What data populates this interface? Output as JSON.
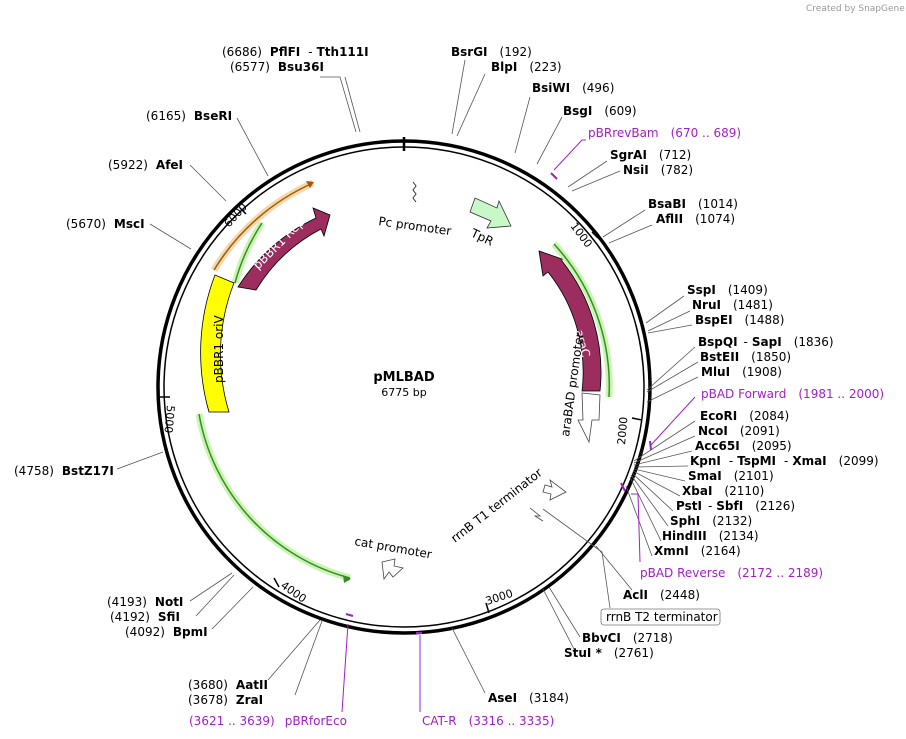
{
  "brand": "Created by SnapGene",
  "map": {
    "name": "pMLBAD",
    "length": "6775 bp"
  },
  "ticks": [
    "1000",
    "2000",
    "3000",
    "4000",
    "5000",
    "6000"
  ],
  "enzymes": [
    {
      "pos": "(6686)",
      "name": "PflFI",
      "name2": "Tth111I"
    },
    {
      "pos": "(6577)",
      "name": "Bsu36I"
    },
    {
      "pos": "(192)",
      "name": "BsrGI"
    },
    {
      "pos": "(223)",
      "name": "BlpI"
    },
    {
      "pos": "(496)",
      "name": "BsiWI"
    },
    {
      "pos": "(609)",
      "name": "BsgI"
    },
    {
      "pos": "(712)",
      "name": "SgrAI"
    },
    {
      "pos": "(782)",
      "name": "NsiI"
    },
    {
      "pos": "(1014)",
      "name": "BsaBI"
    },
    {
      "pos": "(1074)",
      "name": "AflII"
    },
    {
      "pos": "(1409)",
      "name": "SspI"
    },
    {
      "pos": "(1481)",
      "name": "NruI"
    },
    {
      "pos": "(1488)",
      "name": "BspEI"
    },
    {
      "pos": "(1836)",
      "name": "BspQI",
      "name2": "SapI"
    },
    {
      "pos": "(1850)",
      "name": "BstEII"
    },
    {
      "pos": "(1908)",
      "name": "MluI"
    },
    {
      "pos": "(2084)",
      "name": "EcoRI"
    },
    {
      "pos": "(2091)",
      "name": "NcoI"
    },
    {
      "pos": "(2095)",
      "name": "Acc65I"
    },
    {
      "pos": "(2099)",
      "name": "KpnI",
      "name2": "TspMI",
      "name3": "XmaI"
    },
    {
      "pos": "(2101)",
      "name": "SmaI"
    },
    {
      "pos": "(2110)",
      "name": "XbaI"
    },
    {
      "pos": "(2126)",
      "name": "PstI",
      "name2": "SbfI"
    },
    {
      "pos": "(2132)",
      "name": "SphI"
    },
    {
      "pos": "(2134)",
      "name": "HindIII"
    },
    {
      "pos": "(2164)",
      "name": "XmnI"
    },
    {
      "pos": "(2448)",
      "name": "AclI"
    },
    {
      "pos": "(2718)",
      "name": "BbvCI"
    },
    {
      "pos": "(2761)",
      "name": "StuI *"
    },
    {
      "pos": "(3184)",
      "name": "AseI"
    },
    {
      "pos": "(3680)",
      "name": "AatII"
    },
    {
      "pos": "(3678)",
      "name": "ZraI"
    },
    {
      "pos": "(4193)",
      "name": "NotI"
    },
    {
      "pos": "(4192)",
      "name": "SfiI"
    },
    {
      "pos": "(4092)",
      "name": "BpmI"
    },
    {
      "pos": "(4758)",
      "name": "BstZ17I"
    },
    {
      "pos": "(5670)",
      "name": "MscI"
    },
    {
      "pos": "(5922)",
      "name": "AfeI"
    },
    {
      "pos": "(6165)",
      "name": "BseRI"
    }
  ],
  "primers": [
    {
      "name": "pBRrevBam",
      "range": "(670 .. 689)"
    },
    {
      "name": "pBAD Forward",
      "range": "(1981 .. 2000)"
    },
    {
      "name": "pBAD Reverse",
      "range": "(2172 .. 2189)"
    },
    {
      "name": "pBRforEco",
      "range": "(3621 .. 3639)"
    },
    {
      "name": "CAT-R",
      "range": "(3316 .. 3335)"
    }
  ],
  "features": {
    "pbbr1_rep": "pBBR1 Rep",
    "pbbr1_oriv": "pBBR1 oriV",
    "arac": "araC",
    "arabad_promoter": "araBAD promoter",
    "pc_promoter": "Pc promoter",
    "tpr": "TpR",
    "cat_promoter": "cat promoter",
    "rrnb_t1": "rrnB T1 terminator",
    "rrnb_t2": "rrnB T2 terminator"
  },
  "colors": {
    "rep": "#9b2d5f",
    "oriv": "#ffff00",
    "tpr": "#c8f7c8",
    "orf_line": "#3a8a2a",
    "orf_glow": "#c8f5b0",
    "primer": "#a020c8"
  }
}
